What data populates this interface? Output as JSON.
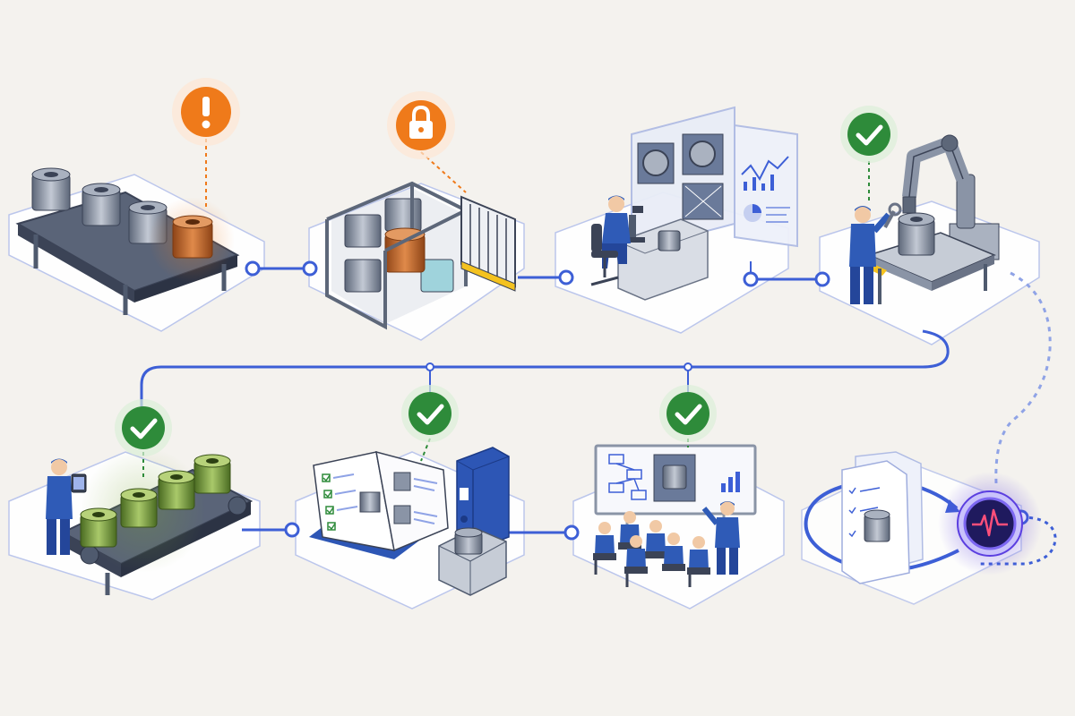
{
  "colors": {
    "background": "#f4f2ee",
    "connector": "#3d5fd6",
    "connector_dotted": "#8fa3e6",
    "alert": "#ef7a1a",
    "ok": "#2e8b3a",
    "steel": "#8a94a6",
    "steel_dark": "#4f5a6e",
    "defect_part": "#c8682a",
    "approved_part": "#7fa83a",
    "worker": "#2f5bb7",
    "binder": "#2d56b5",
    "monitor": "#5b3fe0",
    "platform": "#ffffff"
  },
  "stages": [
    {
      "id": "defect-detected",
      "badge": "exclamation-icon",
      "badge_type": "alert"
    },
    {
      "id": "quarantine",
      "badge": "lock-icon",
      "badge_type": "alert"
    },
    {
      "id": "root-cause-analysis",
      "badge": "",
      "badge_type": ""
    },
    {
      "id": "corrective-action",
      "badge": "check-icon",
      "badge_type": "ok"
    },
    {
      "id": "verification",
      "badge": "check-icon",
      "badge_type": "ok"
    },
    {
      "id": "documentation",
      "badge": "check-icon",
      "badge_type": "ok"
    },
    {
      "id": "training",
      "badge": "check-icon",
      "badge_type": "ok"
    },
    {
      "id": "continuous-monitoring",
      "badge": "pulse-icon",
      "badge_type": "monitor"
    }
  ]
}
